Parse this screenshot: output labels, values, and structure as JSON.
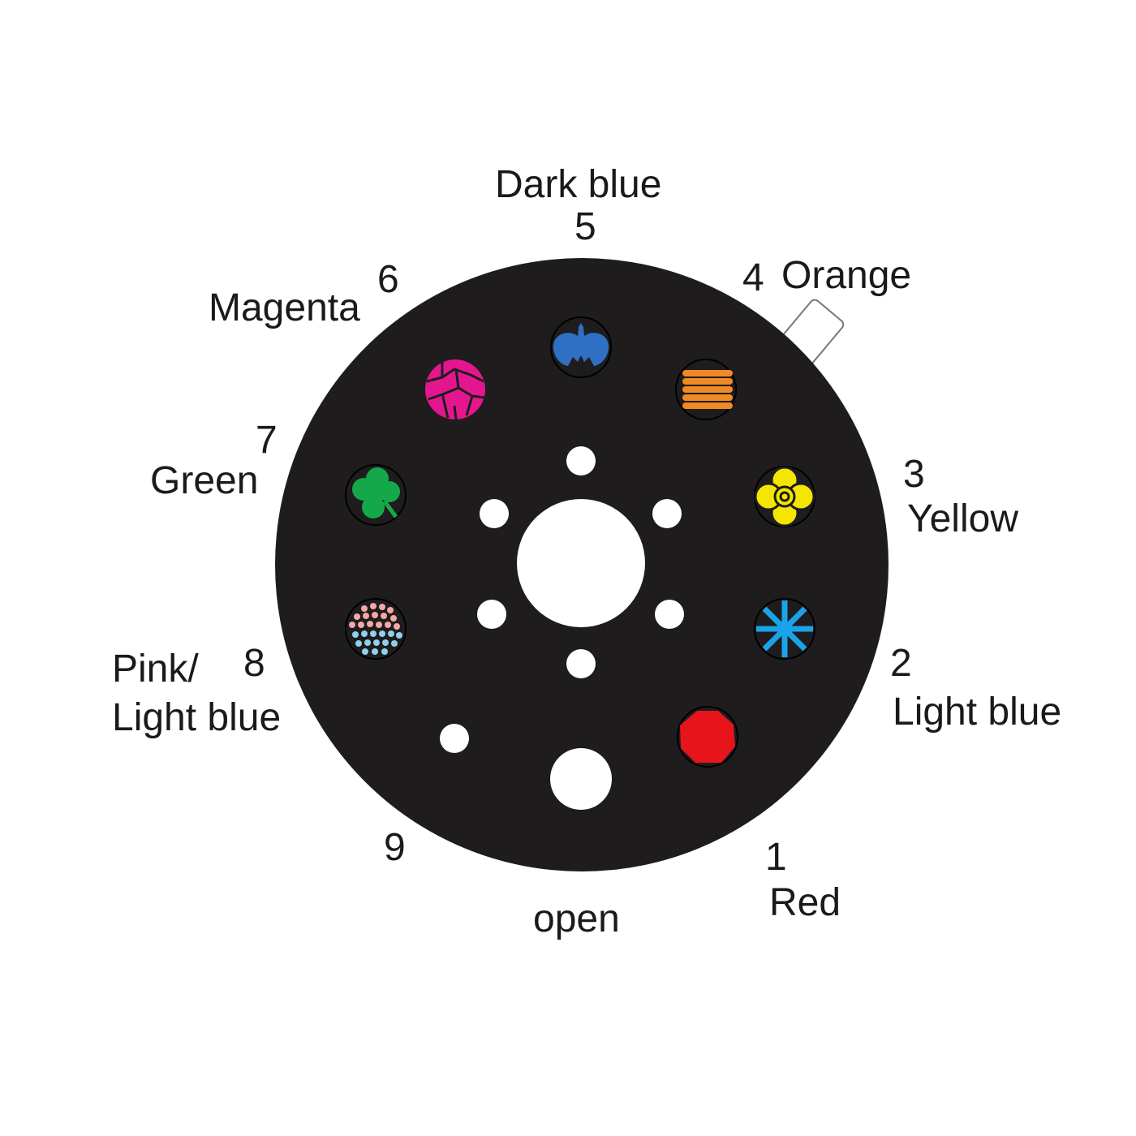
{
  "title": "Color wheel",
  "positions": [
    {
      "number": "1",
      "name": "Red",
      "color": "#e8141c"
    },
    {
      "number": "2",
      "name": "Light blue",
      "color": "#1aa3e8"
    },
    {
      "number": "3",
      "name": "Yellow",
      "color": "#f5e600"
    },
    {
      "number": "4",
      "name": "Orange",
      "color": "#f08a24"
    },
    {
      "number": "5",
      "name": "Dark blue",
      "color": "#2f6fc4"
    },
    {
      "number": "6",
      "name": "Magenta",
      "color": "#e4168f"
    },
    {
      "number": "7",
      "name": "Green",
      "color": "#15a84a"
    },
    {
      "number": "8",
      "name_line1": "Pink/",
      "name_line2": "Light blue",
      "color": "#f4a8a8",
      "color2": "#8fd0ee"
    },
    {
      "number": "9",
      "name": "open"
    }
  ],
  "colors": {
    "disc": "#1e1c1c",
    "hole": "#ffffff"
  }
}
